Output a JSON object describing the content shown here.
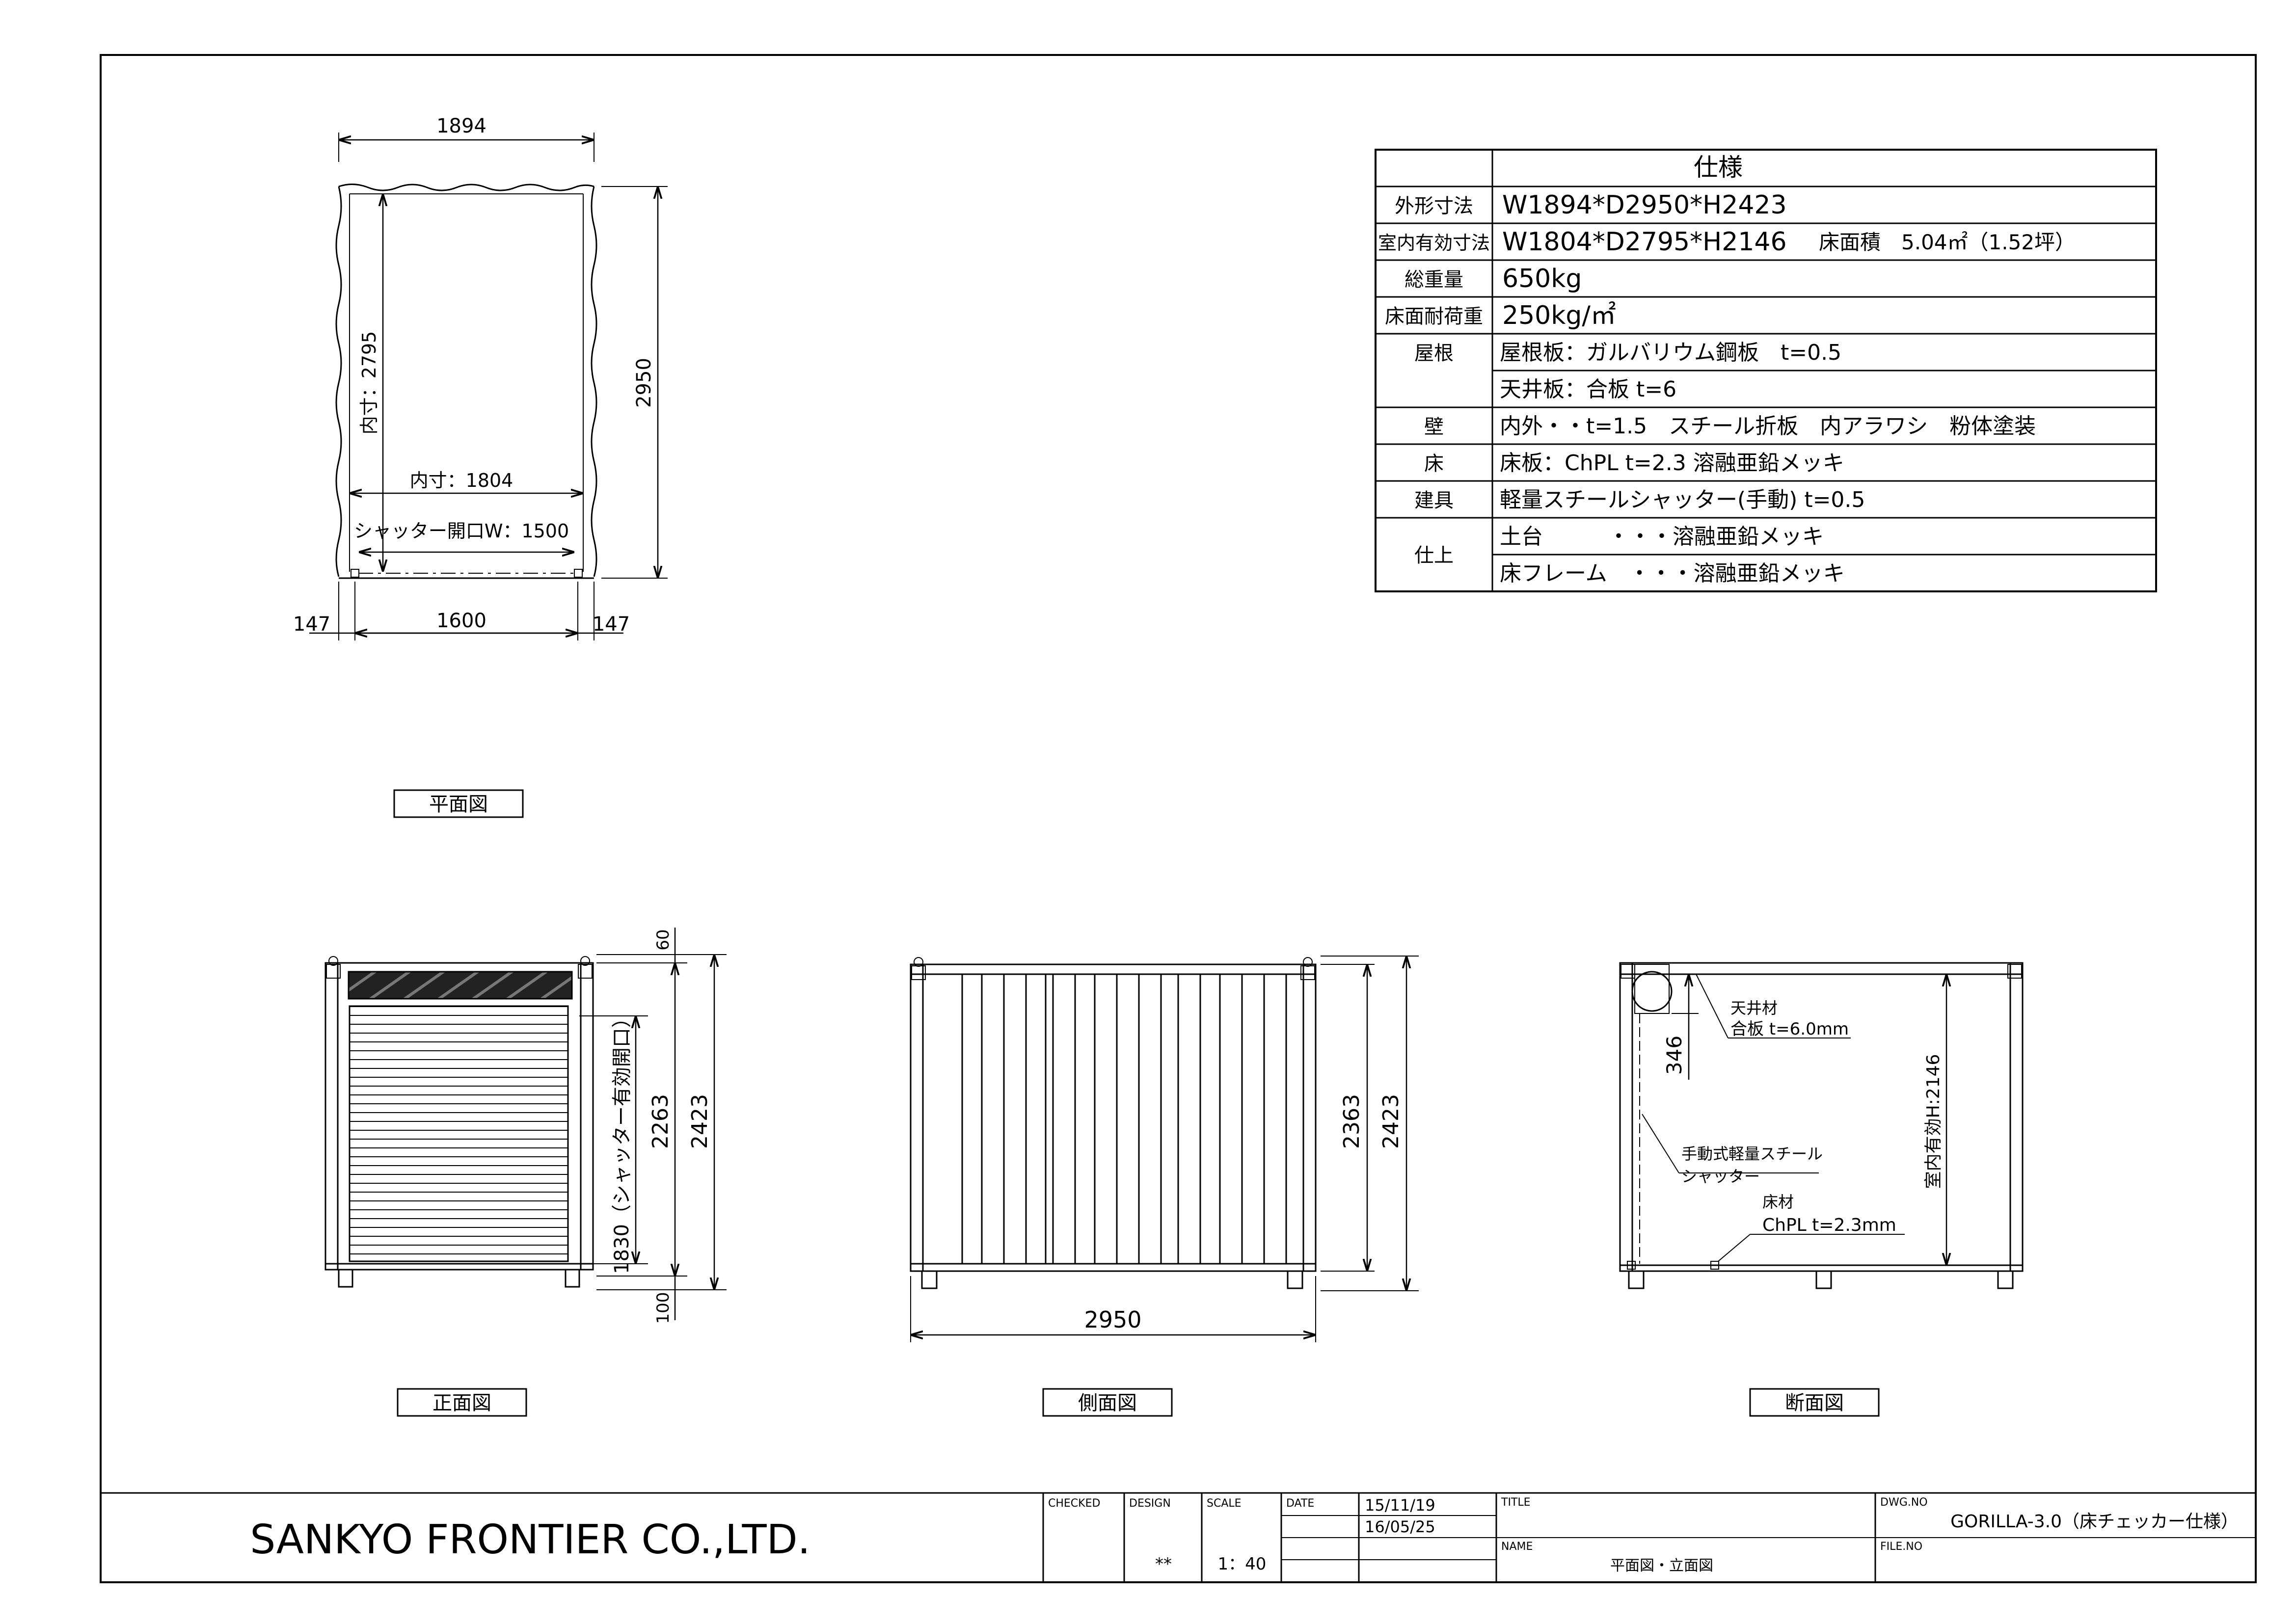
{
  "spec_table": {
    "header": "仕様",
    "rows": [
      {
        "label": "外形寸法",
        "value": "W1894*D2950*H2423"
      },
      {
        "label": "室内有効寸法",
        "value": "W1804*D2795*H2146",
        "extra": "床面積　5.04㎡（1.52坪）"
      },
      {
        "label": "総重量",
        "value": "650kg"
      },
      {
        "label": "床面耐荷重",
        "value": "250kg/㎡"
      },
      {
        "label": "屋根",
        "value": "屋根板：ガルバリウム鋼板　t=0.5",
        "value2": "天井板：合板 t=6"
      },
      {
        "label": "壁",
        "value": "内外・・t=1.5　スチール折板　内アラワシ　粉体塗装"
      },
      {
        "label": "床",
        "value": "床板：ChPL t=2.3 溶融亜鉛メッキ"
      },
      {
        "label": "建具",
        "value": "軽量スチールシャッター(手動) t=0.5"
      },
      {
        "label": "仕上",
        "value": "土台　　　・・・溶融亜鉛メッキ",
        "value2": "床フレーム　・・・溶融亜鉛メッキ"
      }
    ]
  },
  "plan_view": {
    "title": "平面図",
    "dims": {
      "width": "1894",
      "depth": "2950",
      "inner_depth": "内寸：2795",
      "inner_width": "内寸：1804",
      "shutter_opening": "シャッター開口W：1500",
      "left_offset": "147",
      "base_span": "1600",
      "right_offset": "147"
    }
  },
  "front_view": {
    "title": "正面図",
    "dims": {
      "top": "60",
      "shutter_opening": "1830（シャッター有効開口）",
      "inner_height": "2263",
      "total_height": "2423",
      "bottom": "100"
    }
  },
  "side_view": {
    "title": "側面図",
    "dims": {
      "inner_height": "2363",
      "total_height": "2423",
      "length": "2950"
    }
  },
  "section_view": {
    "title": "断面図",
    "labels": {
      "ceiling_title": "天井材",
      "ceiling_value": "合板 t=6.0mm",
      "box_height": "346",
      "shutter_1": "手動式軽量スチール",
      "shutter_2": "シャッター",
      "floor_title": "床材",
      "floor_value": "ChPL t=2.3mm",
      "inner_height": "室内有効H:2146"
    }
  },
  "title_block": {
    "company": "SANKYO FRONTIER CO.,LTD.",
    "checked_label": "CHECKED",
    "design_label": "DESIGN",
    "design_value": "**",
    "scale_label": "SCALE",
    "scale_value": "1：40",
    "date_label": "DATE",
    "date_1": "15/11/19",
    "date_2": "16/05/25",
    "title_label": "TITLE",
    "name_label": "NAME",
    "name_value": "平面図・立面図",
    "dwgno_label": "DWG.NO",
    "dwgno_value": "GORILLA-3.0（床チェッカー仕様）",
    "fileno_label": "FILE.NO"
  }
}
